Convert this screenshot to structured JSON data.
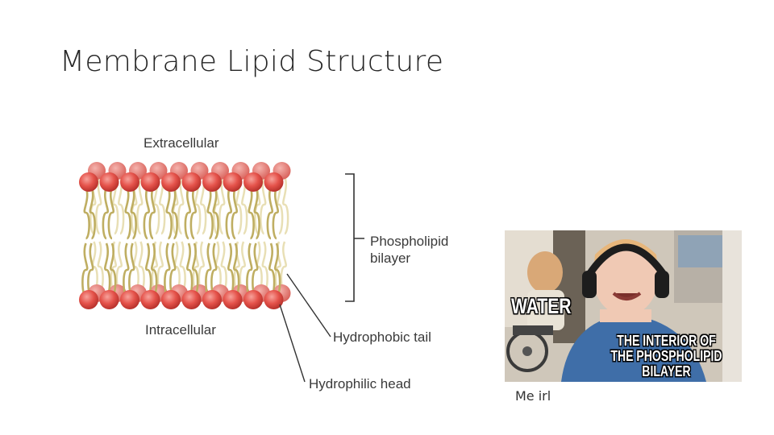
{
  "slide": {
    "title": "Membrane Lipid Structure"
  },
  "diagram": {
    "labels": {
      "extracellular": "Extracellular",
      "phospholipid_bilayer_line1": "Phospholipid",
      "phospholipid_bilayer_line2": "bilayer",
      "intracellular": "Intracellular",
      "hydrophobic_tail": "Hydrophobic tail",
      "hydrophilic_head": "Hydrophilic head"
    },
    "head_color": "#e5534b",
    "tail_color": "#d8c98a"
  },
  "meme": {
    "top_text": "WATER",
    "bottom_text_line1": "THE INTERIOR OF",
    "bottom_text_line2": "THE PHOSPHOLIPID BILAYER",
    "caption": "Me irl"
  }
}
